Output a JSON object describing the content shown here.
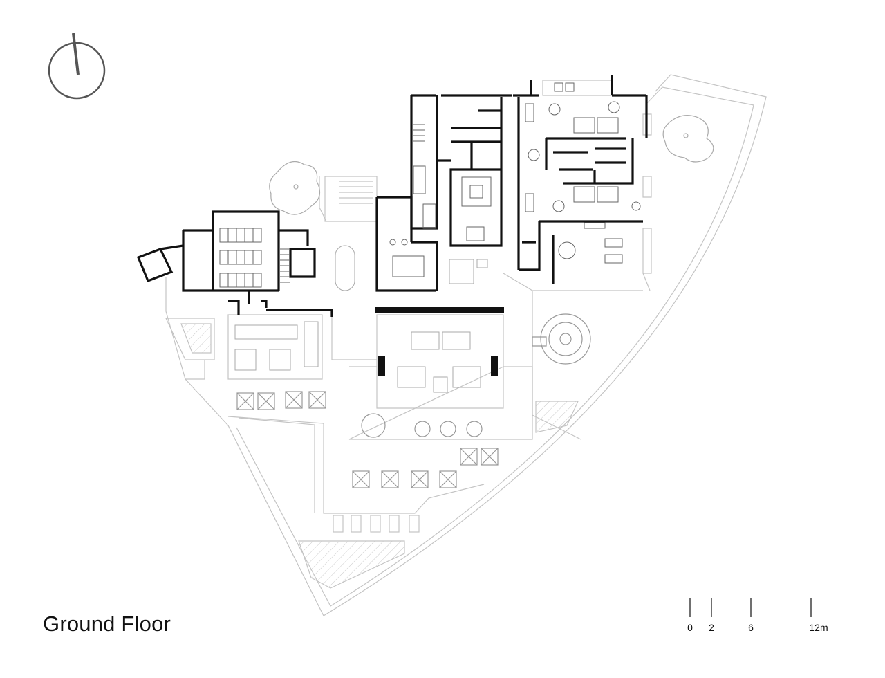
{
  "drawing": {
    "title": "Ground Floor"
  },
  "scale_bar": {
    "unit": "m",
    "ticks": [
      {
        "value": 0,
        "label": "0"
      },
      {
        "value": 2,
        "label": "2"
      },
      {
        "value": 6,
        "label": "6"
      },
      {
        "value": 12,
        "label": "12m"
      }
    ]
  },
  "colors": {
    "wall": "#111111",
    "light_line": "#c4c4c4",
    "north_arrow": "#555555"
  }
}
